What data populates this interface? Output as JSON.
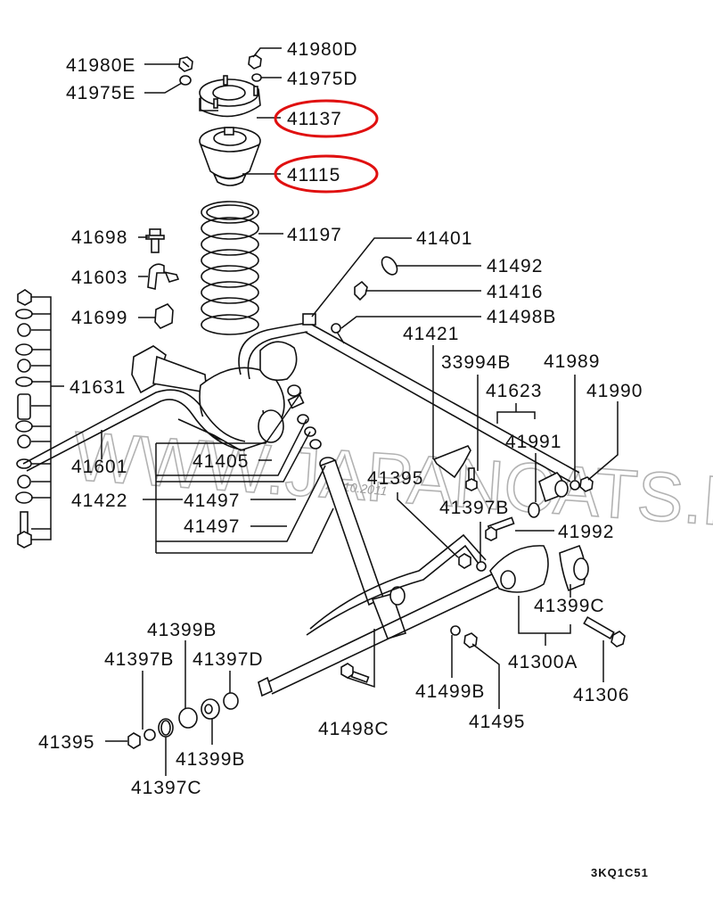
{
  "diagram": {
    "code": "3KQ1C51",
    "highlight_color": "#e01010",
    "watermark": {
      "text": "WWW.JAPANCATS.RU",
      "date": "26.10.2011"
    },
    "labels": {
      "p41980E": "41980E",
      "p41975E": "41975E",
      "p41980D": "41980D",
      "p41975D": "41975D",
      "p41137": "41137",
      "p41115": "41115",
      "p41698": "41698",
      "p41197": "41197",
      "p41603": "41603",
      "p41699": "41699",
      "p41631": "41631",
      "p41601": "41601",
      "p41401": "41401",
      "p41492": "41492",
      "p41416": "41416",
      "p41498B": "41498B",
      "p41421": "41421",
      "p33994B": "33994B",
      "p41989": "41989",
      "p41623": "41623",
      "p41990": "41990",
      "p41991": "41991",
      "p41405": "41405",
      "p41422": "41422",
      "p41497a": "41497",
      "p41497b": "41497",
      "p41395a": "41395",
      "p41397Ba": "41397B",
      "p41992": "41992",
      "p41399C": "41399C",
      "p41300A": "41300A",
      "p41306": "41306",
      "p41499B": "41499B",
      "p41495": "41495",
      "p41498C": "41498C",
      "p41399Ba": "41399B",
      "p41397Bb": "41397B",
      "p41397D": "41397D",
      "p41395b": "41395",
      "p41399Bb": "41399B",
      "p41397C": "41397C"
    },
    "highlighted_parts": [
      "41137",
      "41115"
    ]
  }
}
